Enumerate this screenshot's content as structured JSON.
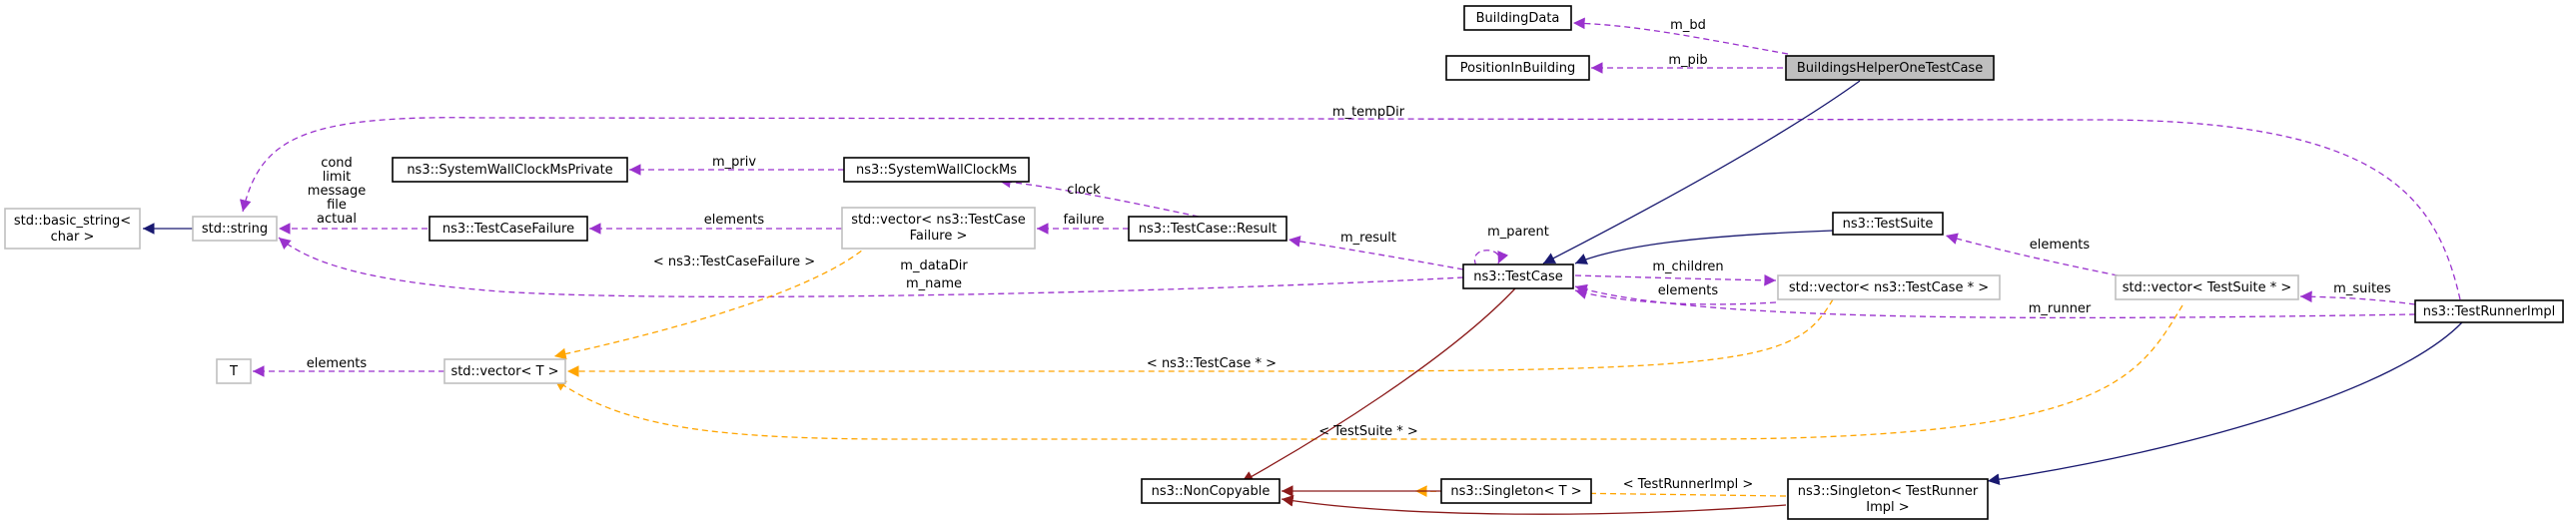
{
  "colors": {
    "usage": "#9a32cd",
    "template": "#ffa500",
    "inherit_public": "#191970",
    "inherit_private": "#8b1a1a",
    "node_border": "#000000",
    "node_border_external": "#bfbfbf",
    "highlight_fill": "#bfbfbf"
  },
  "nodes": {
    "building_data": "BuildingData",
    "position_in_building": "PositionInBuilding",
    "buildings_helper_one_test_case": "BuildingsHelperOneTestCase",
    "basic_string_l1": "std::basic_string<",
    "basic_string_l2": "char >",
    "std_string": "std::string",
    "system_wall_clock_ms_private": "ns3::SystemWallClockMsPrivate",
    "system_wall_clock_ms": "ns3::SystemWallClockMs",
    "test_case_failure": "ns3::TestCaseFailure",
    "vector_failure_l1": "std::vector< ns3::TestCase",
    "vector_failure_l2": "Failure >",
    "test_case_result": "ns3::TestCase::Result",
    "test_suite": "ns3::TestSuite",
    "test_case": "ns3::TestCase",
    "vector_test_case_ptr": "std::vector< ns3::TestCase * >",
    "vector_test_suite_ptr": "std::vector< TestSuite * >",
    "test_runner_impl": "ns3::TestRunnerImpl",
    "t": "T",
    "vector_t": "std::vector< T >",
    "non_copyable": "ns3::NonCopyable",
    "singleton_t": "ns3::Singleton< T >",
    "singleton_runner_l1": "ns3::Singleton< TestRunner",
    "singleton_runner_l2": "Impl >"
  },
  "edge_labels": {
    "m_bd": "m_bd",
    "m_pib": "m_pib",
    "m_tempDir": "m_tempDir",
    "string_members_1": "cond",
    "string_members_2": "limit",
    "string_members_3": "message",
    "string_members_4": "file",
    "string_members_5": "actual",
    "m_priv": "m_priv",
    "clock": "clock",
    "elements_failure": "elements",
    "failure": "failure",
    "m_result": "m_result",
    "m_parent": "m_parent",
    "elements_suite": "elements",
    "m_children": "m_children",
    "elements_case": "elements",
    "tmpl_test_case_failure": "< ns3::TestCaseFailure >",
    "m_dataDir": "m_dataDir",
    "m_name": "m_name",
    "m_suites": "m_suites",
    "m_runner": "m_runner",
    "elements_t": "elements",
    "tmpl_test_case_ptr": "< ns3::TestCase * >",
    "tmpl_test_suite_ptr": "< TestSuite * >",
    "tmpl_test_runner_impl": "< TestRunnerImpl >"
  }
}
